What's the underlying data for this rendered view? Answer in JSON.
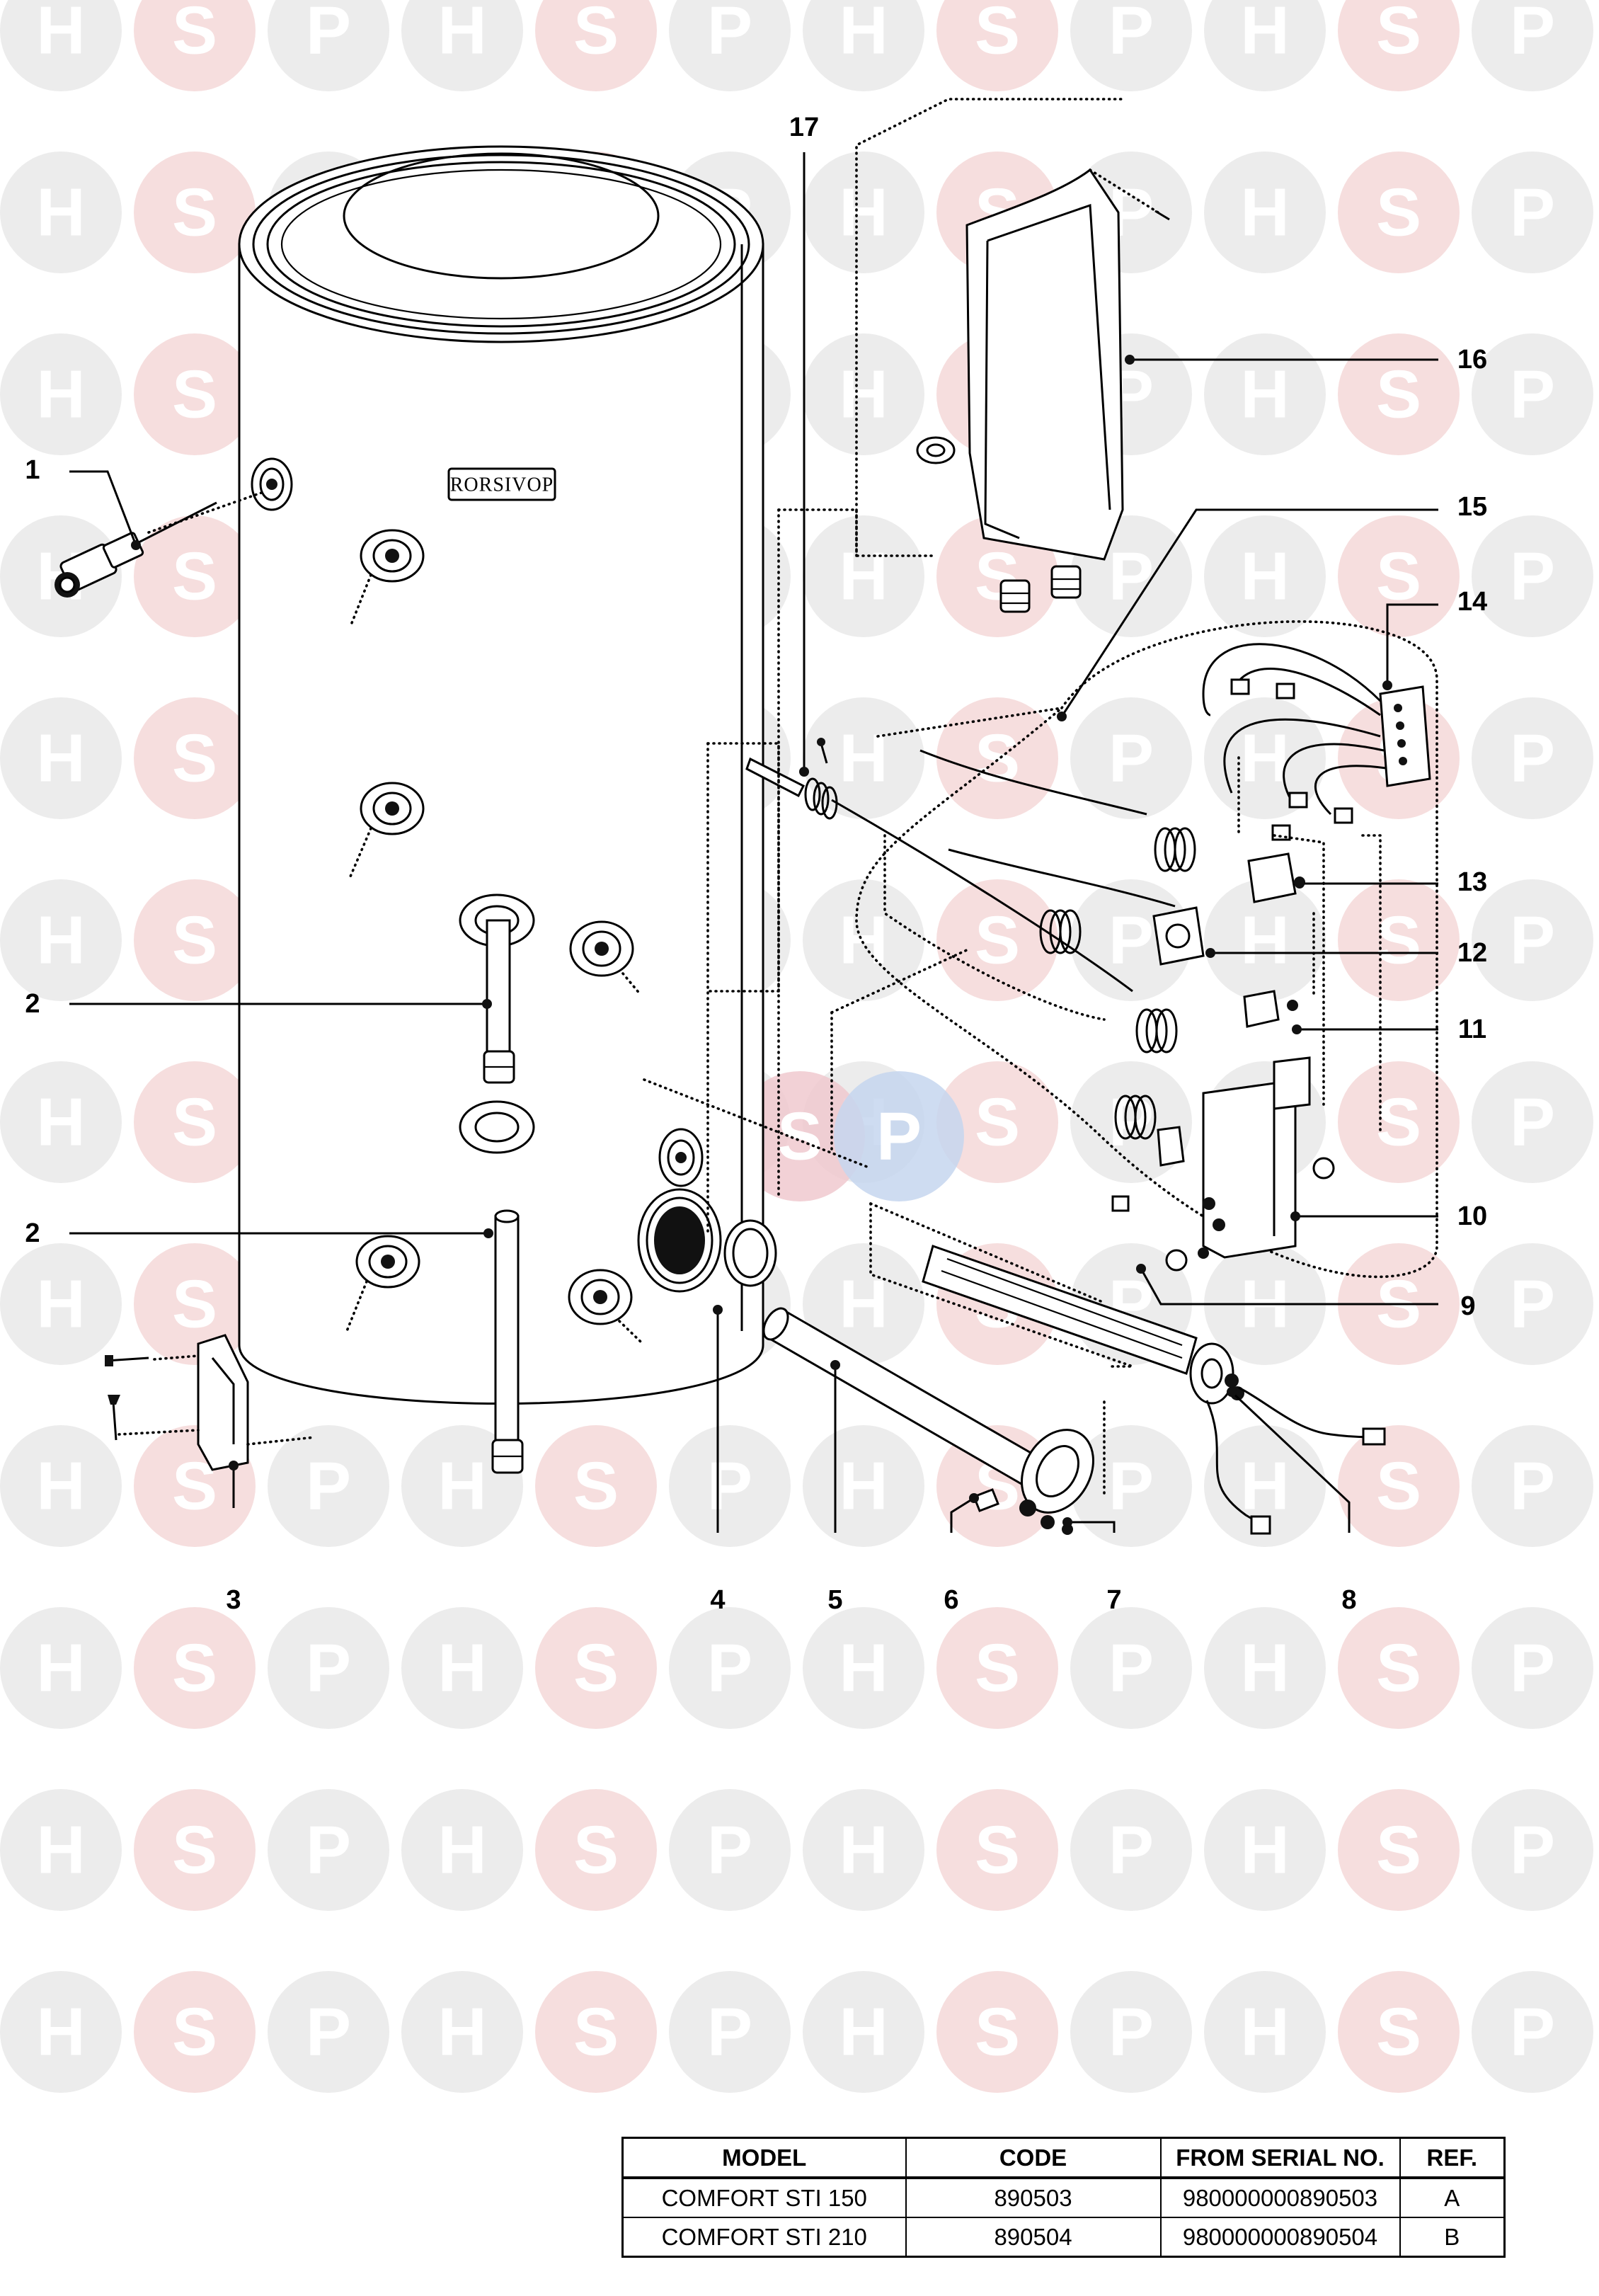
{
  "watermark": {
    "letters": [
      "H",
      "S",
      "P"
    ],
    "colors": {
      "grey": "#ececec",
      "pink": "#f6dede",
      "center_blue": "#c5d6ee",
      "center_pink": "#f0c9cf"
    }
  },
  "diagram": {
    "logo_text": "RORSIVOP",
    "callouts": [
      "1",
      "2",
      "2",
      "3",
      "4",
      "5",
      "6",
      "7",
      "8",
      "9",
      "10",
      "11",
      "12",
      "13",
      "14",
      "15",
      "16",
      "17"
    ]
  },
  "table": {
    "headers": [
      "MODEL",
      "CODE",
      "FROM SERIAL NO.",
      "REF."
    ],
    "rows": [
      [
        "COMFORT STI 150",
        "890503",
        "980000000890503",
        "A"
      ],
      [
        "COMFORT STI 210",
        "890504",
        "980000000890504",
        "B"
      ]
    ]
  }
}
